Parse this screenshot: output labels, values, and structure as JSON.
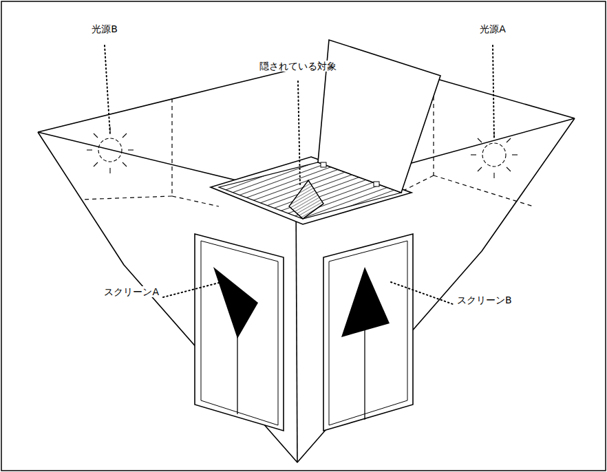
{
  "diagram": {
    "labels": [
      "光源B",
      "光源A",
      "隠されている対象",
      "スクリーンA",
      "スクリーンB"
    ]
  }
}
